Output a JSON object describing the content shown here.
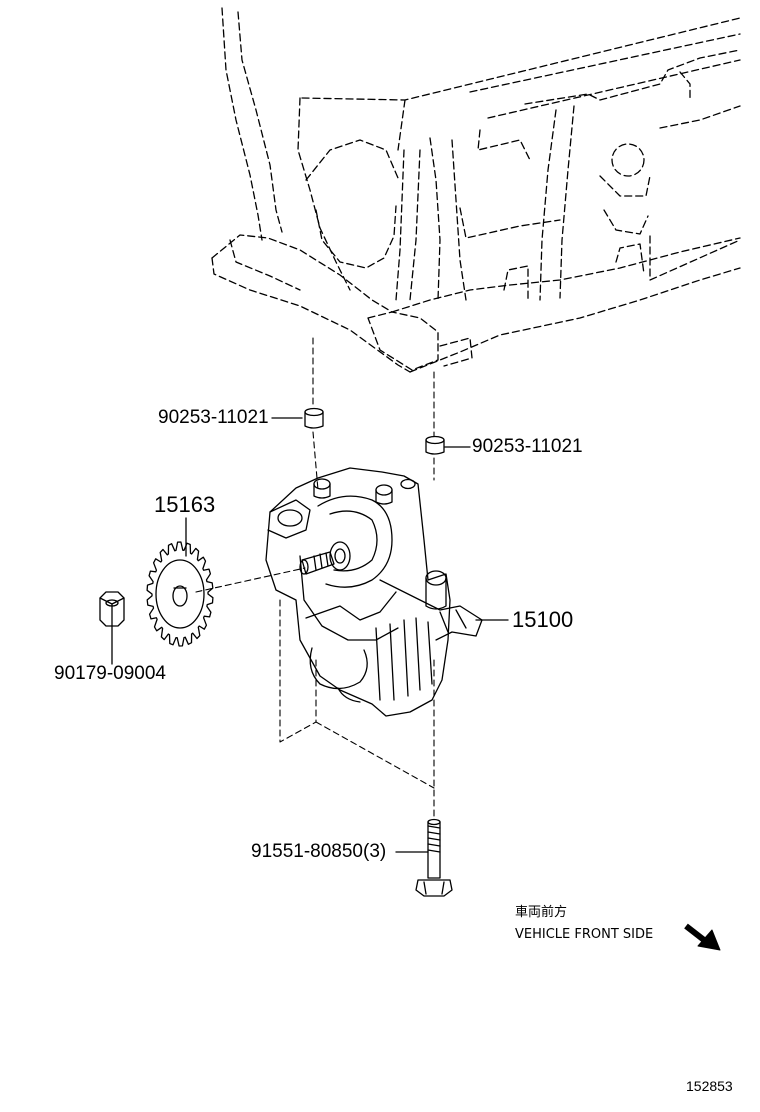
{
  "callouts": [
    {
      "id": "pin-left",
      "text": "90253-11021"
    },
    {
      "id": "pin-right",
      "text": "90253-11021"
    },
    {
      "id": "sprocket",
      "text": "15163"
    },
    {
      "id": "nut",
      "text": "90179-09004"
    },
    {
      "id": "oil-pump",
      "text": "15100"
    },
    {
      "id": "bolt",
      "text": "91551-80850(3)"
    }
  ],
  "direction_note": {
    "japanese": "車両前方",
    "english": "VEHICLE FRONT SIDE",
    "arrow_icon": "arrow-down-right-icon"
  },
  "illustration_number": "152853"
}
